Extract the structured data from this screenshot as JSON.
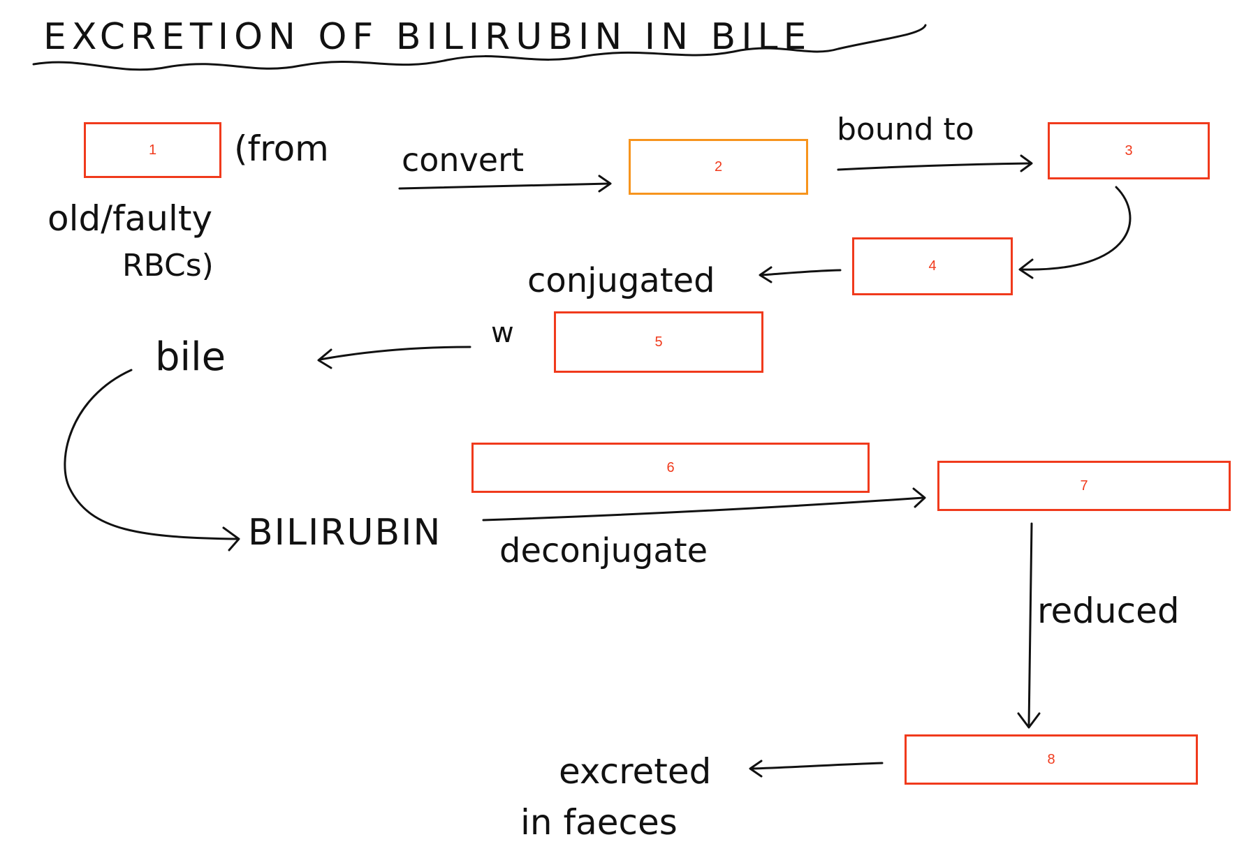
{
  "title": "EXCRETION OF BILIRUBIN IN BILE",
  "labels": {
    "from": "(from",
    "old_faulty": "old/faulty",
    "rbcs": "RBCs)",
    "convert": "convert",
    "bound_to": "bound to",
    "conjugated": "conjugated",
    "w": "w",
    "bile": "bile",
    "bilirubin": "BILIRUBIN",
    "deconjugate": "deconjugate",
    "reduced": "reduced",
    "excreted": "excreted",
    "in_faeces": "in faeces"
  },
  "boxes": [
    {
      "label": "1",
      "color": "#f03a1c"
    },
    {
      "label": "2",
      "color": "#f7941d"
    },
    {
      "label": "3",
      "color": "#f03a1c"
    },
    {
      "label": "4",
      "color": "#f03a1c"
    },
    {
      "label": "5",
      "color": "#f03a1c"
    },
    {
      "label": "6",
      "color": "#f03a1c"
    },
    {
      "label": "7",
      "color": "#f03a1c"
    },
    {
      "label": "8",
      "color": "#f03a1c"
    }
  ]
}
